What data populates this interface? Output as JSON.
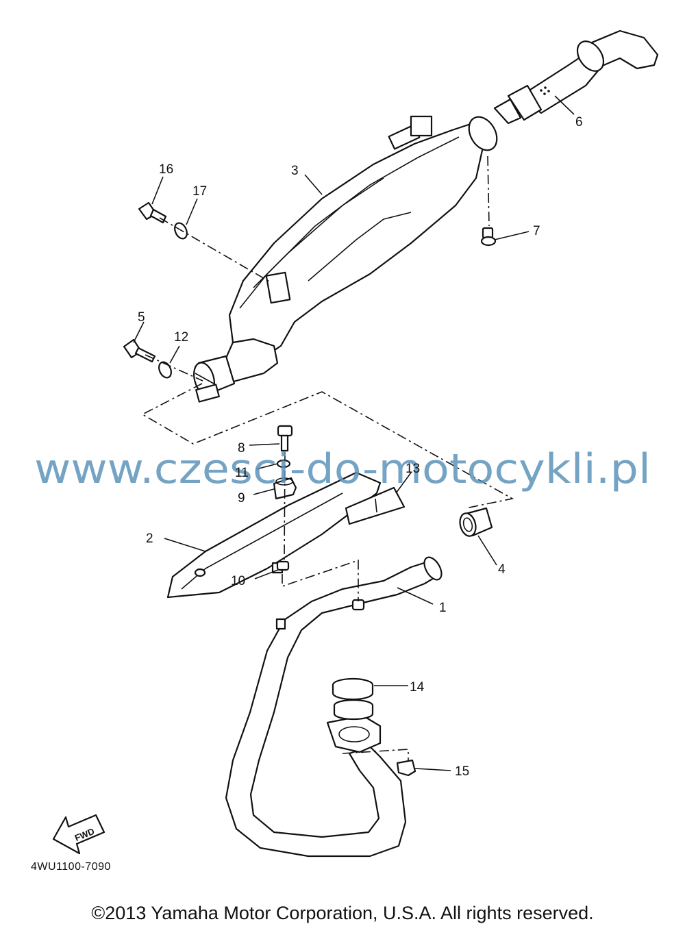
{
  "callouts": {
    "c1": "1",
    "c2": "2",
    "c3": "3",
    "c4": "4",
    "c5": "5",
    "c6": "6",
    "c7": "7",
    "c8": "8",
    "c9": "9",
    "c10": "10",
    "c11": "11",
    "c12": "12",
    "c13": "13",
    "c14": "14",
    "c15": "15",
    "c16": "16",
    "c17": "17"
  },
  "watermark": "www.czesci-do-motocykli.pl",
  "fwd_label": "FWD",
  "drawing_code": "4WU1100-7090",
  "copyright": "©2013 Yamaha Motor Corporation, U.S.A. All rights reserved."
}
